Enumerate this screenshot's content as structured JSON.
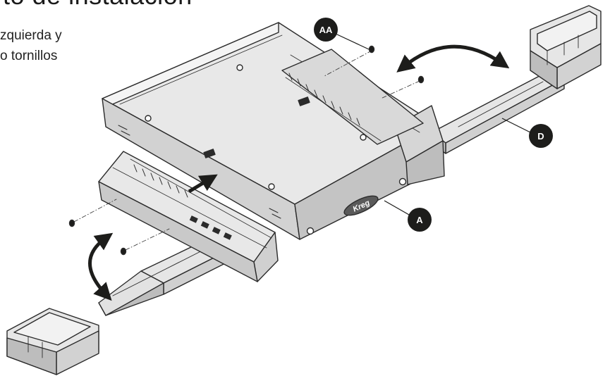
{
  "heading_fragment": "to de instalación",
  "instructions": {
    "line1": "zquierda y",
    "line2": "o tornillos"
  },
  "logo_text": "Kreg",
  "callouts": {
    "aa": "AA",
    "d": "D",
    "a": "A"
  },
  "colors": {
    "callout_fill": "#1d1d1b",
    "outline": "#2b2b2b",
    "body_fill": "#e6e6e6",
    "face_fill": "#d2d2d2",
    "shade_fill": "#bdbdbd"
  }
}
